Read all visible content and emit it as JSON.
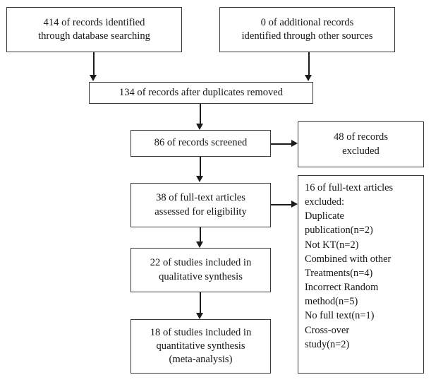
{
  "diagram": {
    "type": "prisma-flow-diagram",
    "title": "",
    "background_color": "#ffffff",
    "border_color": "#3a3a3a",
    "text_color": "#161616"
  },
  "nodes": {
    "database_records": {
      "text": "414 of records identified\nthrough database searching",
      "count": 414
    },
    "other_records": {
      "text": "0 of additional records\nidentified through other sources",
      "count": 0
    },
    "duplicates_removed": {
      "text": "134 of records after duplicates removed",
      "count": 134
    },
    "records_screened": {
      "text": "86 of records screened",
      "count": 86
    },
    "records_excluded": {
      "text": "48 of records\nexcluded",
      "count": 48
    },
    "fulltext_assessed": {
      "text": "38 of full-text articles\nassessed for eligibility",
      "count": 38
    },
    "fulltext_excluded": {
      "text": "16 of full-text articles\nexcluded:\nDuplicate\npublication(n=2)\nNot KT(n=2)\nCombined with other\nTreatments(n=4)\nIncorrect Random\nmethod(n=5)\nNo full text(n=1)\nCross-over\nstudy(n=2)",
      "count": 16,
      "reasons": [
        {
          "label": "Duplicate publication",
          "n": 2
        },
        {
          "label": "Not KT",
          "n": 2
        },
        {
          "label": "Combined with other Treatments",
          "n": 4
        },
        {
          "label": "Incorrect Random method",
          "n": 5
        },
        {
          "label": "No full text",
          "n": 1
        },
        {
          "label": "Cross-over study",
          "n": 2
        }
      ]
    },
    "qualitative_synthesis": {
      "text": "22 of studies included in\nqualitative synthesis",
      "count": 22
    },
    "quantitative_synthesis": {
      "text": "18 of studies included in\nquantitative synthesis\n(meta-analysis)",
      "count": 18
    }
  }
}
